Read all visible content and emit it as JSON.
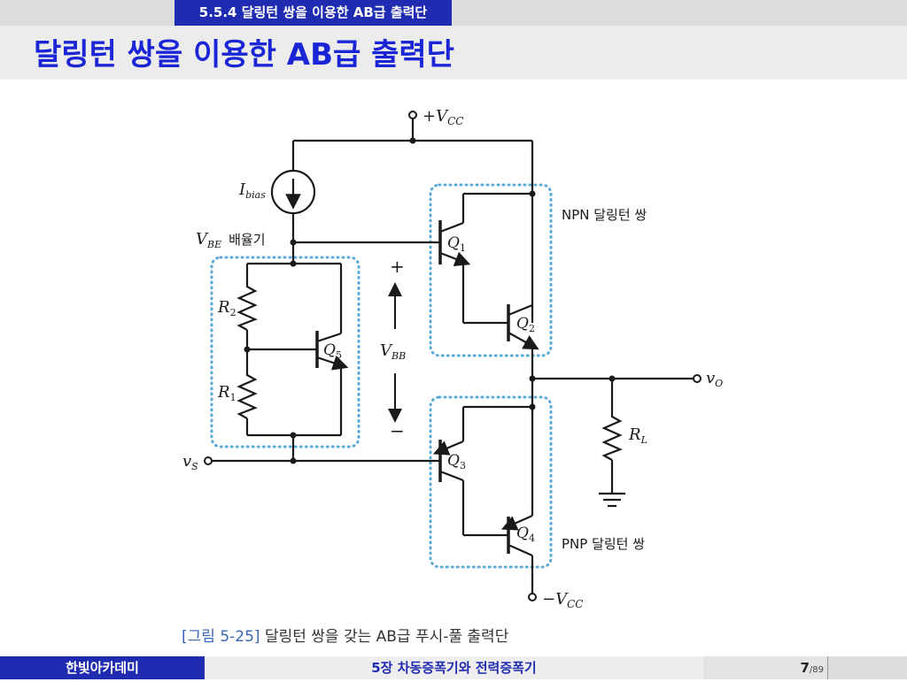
{
  "header": {
    "section_label": "5.5.4 달링턴 쌍을 이용한 AB급 출력단",
    "title": "달링턴 쌍을 이용한 AB급 출력단"
  },
  "diagram": {
    "vcc_pos": {
      "prefix": "+",
      "sym": "V",
      "sub": "CC"
    },
    "vcc_neg": {
      "prefix": "−",
      "sym": "V",
      "sub": "CC"
    },
    "ibias": {
      "sym": "I",
      "sub": "bias"
    },
    "vbe_multiplier": {
      "sym": "V",
      "sub": "BE",
      "label": "배율기"
    },
    "r2": {
      "sym": "R",
      "sub": "2"
    },
    "r1": {
      "sym": "R",
      "sub": "1"
    },
    "q1": {
      "sym": "Q",
      "sub": "1"
    },
    "q2": {
      "sym": "Q",
      "sub": "2"
    },
    "q3": {
      "sym": "Q",
      "sub": "3"
    },
    "q4": {
      "sym": "Q",
      "sub": "4"
    },
    "q5": {
      "sym": "Q",
      "sub": "5"
    },
    "vbb": {
      "sym": "V",
      "sub": "BB",
      "plus": "+",
      "minus": "−"
    },
    "vs": {
      "sym": "v",
      "sub": "S"
    },
    "vo": {
      "sym": "v",
      "sub": "O"
    },
    "rl": {
      "sym": "R",
      "sub": "L"
    },
    "npn_label": "NPN 달링턴 쌍",
    "pnp_label": "PNP 달링턴 쌍",
    "wire_color": "#1a1a1a",
    "box_color": "#5aa9d6"
  },
  "caption": {
    "number": "[그림 5-25]",
    "text": "달링턴 쌍을 갖는 AB급 푸시-풀 출력단"
  },
  "footer": {
    "publisher": "한빛아카데미",
    "chapter": "5장 차동증폭기와 전력증폭기",
    "page_current": "7",
    "page_total": "/89"
  }
}
